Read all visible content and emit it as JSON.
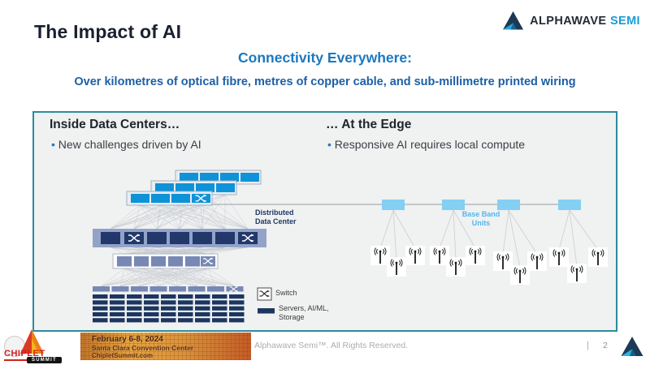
{
  "header": {
    "title": "The Impact of AI",
    "brand": {
      "name": "ALPHAWAVE",
      "suffix": "SEMI"
    }
  },
  "headline": "Connectivity Everywhere:",
  "subheadline": "Over kilometres of optical fibre, metres of copper cable, and sub-millimetre printed wiring",
  "panel": {
    "left": {
      "heading": "Inside Data Centers…",
      "bullet": "New challenges driven by AI"
    },
    "right": {
      "heading": "… At the Edge",
      "bullet": "Responsive AI requires local compute"
    }
  },
  "diagram": {
    "distributed_line1": "Distributed",
    "distributed_line2": "Data Center",
    "bbu_line1": "Base Band",
    "bbu_line2": "Units",
    "legend": {
      "switch": "Switch",
      "servers_line1": "Servers, AI/ML,",
      "servers_line2": "Storage"
    }
  },
  "icons": {
    "switch": "crossed-arrows-switch",
    "antenna": "radio-antenna-mast",
    "brand_logo": "layered-triangle"
  },
  "colors": {
    "panel_border_teal": "#2b8c9e",
    "headline_blue": "#1b78bf",
    "subheadline_blue": "#1d5fa6",
    "navy": "#1f3864",
    "bright_blue": "#0e93d8",
    "blue_gray": "#7888b4",
    "bbu_light_blue": "#83d0f3",
    "brand_semi_blue": "#1a9cd8",
    "chiplet_red": "#d1201a"
  },
  "footer": {
    "event": {
      "line1": "February 6-8, 2024",
      "line2": "Santa Clara Convention Center",
      "line3": "ChipletSummit.com"
    },
    "chiplet": {
      "name": "CHIPLET",
      "sub": "SUMMIT"
    },
    "copyright": "Alphawave Semi™. All Rights Reserved.",
    "separator": "|",
    "page": "2"
  }
}
